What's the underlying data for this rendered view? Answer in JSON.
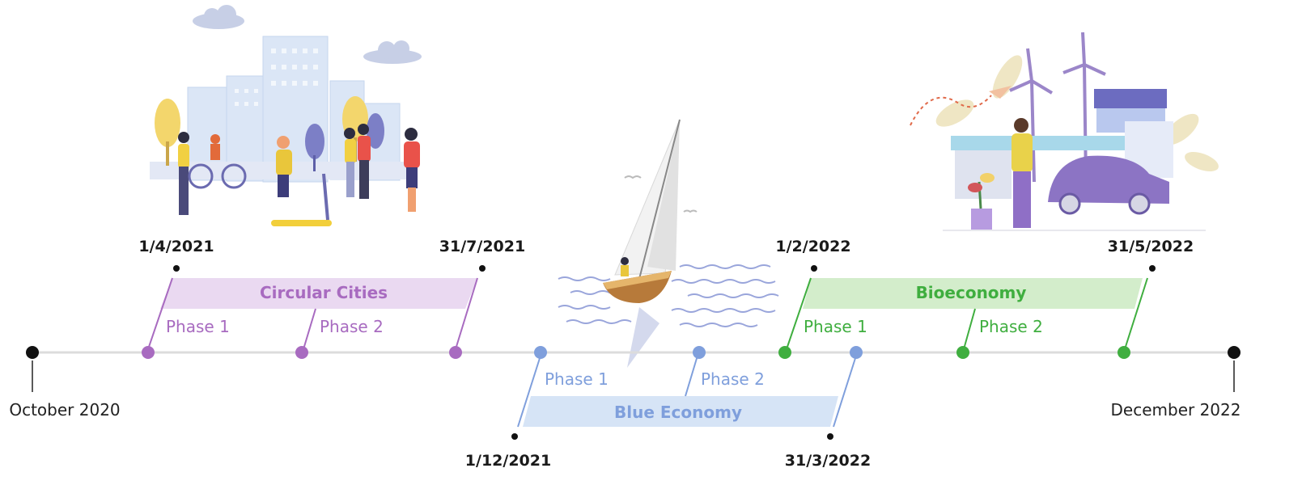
{
  "timeline": {
    "start_label": "October 2020",
    "end_label": "December 2022",
    "axis_color": "#dcdcdc",
    "end_dot_color": "#111111"
  },
  "programmes": [
    {
      "name": "Circular Cities",
      "color": "#a86bc0",
      "band_color": "#ead9f1",
      "start_date": "1/4/2021",
      "end_date": "31/7/2021",
      "phases": [
        "Phase 1",
        "Phase 2"
      ]
    },
    {
      "name": "Blue Economy",
      "color": "#7f9fdc",
      "band_color": "#d6e4f6",
      "start_date": "1/12/2021",
      "end_date": "31/3/2022",
      "phases": [
        "Phase 1",
        "Phase 2"
      ]
    },
    {
      "name": "Bioeconomy",
      "color": "#3fae3f",
      "band_color": "#d3edcb",
      "start_date": "1/2/2022",
      "end_date": "31/5/2022",
      "phases": [
        "Phase 1",
        "Phase 2"
      ]
    }
  ],
  "illustrations": [
    "city-park-illustration",
    "sailboat-illustration",
    "green-energy-illustration"
  ]
}
